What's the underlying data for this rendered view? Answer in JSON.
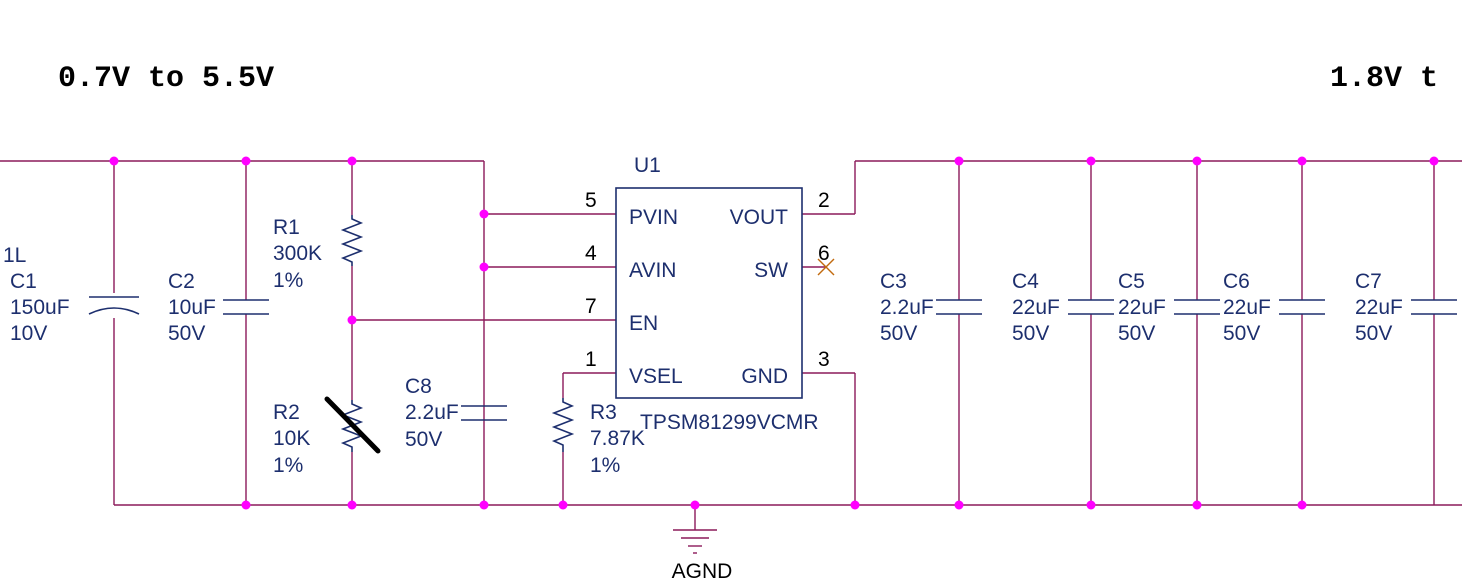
{
  "labels": {
    "input_range": "0.7V to 5.5V",
    "output_range": "1.8V t"
  },
  "ic": {
    "ref": "U1",
    "part": "TPSM81299VCMR",
    "pins": [
      {
        "name": "PVIN",
        "num": "5"
      },
      {
        "name": "AVIN",
        "num": "4"
      },
      {
        "name": "EN",
        "num": "7"
      },
      {
        "name": "VSEL",
        "num": "1"
      },
      {
        "name": "VOUT",
        "num": "2"
      },
      {
        "name": "SW",
        "num": "6"
      },
      {
        "name": "GND",
        "num": "3"
      }
    ]
  },
  "components": {
    "c1": {
      "ref": "C1",
      "value": "150uF",
      "rating": "10V",
      "prefix": "1L"
    },
    "c2": {
      "ref": "C2",
      "value": "10uF",
      "rating": "50V"
    },
    "r1": {
      "ref": "R1",
      "value": "300K",
      "tol": "1%"
    },
    "r2": {
      "ref": "R2",
      "value": "10K",
      "tol": "1%"
    },
    "c8": {
      "ref": "C8",
      "value": "2.2uF",
      "rating": "50V"
    },
    "r3": {
      "ref": "R3",
      "value": "7.87K",
      "tol": "1%"
    },
    "c3": {
      "ref": "C3",
      "value": "2.2uF",
      "rating": "50V"
    },
    "c4": {
      "ref": "C4",
      "value": "22uF",
      "rating": "50V"
    },
    "c5": {
      "ref": "C5",
      "value": "22uF",
      "rating": "50V"
    },
    "c6": {
      "ref": "C6",
      "value": "22uF",
      "rating": "50V"
    },
    "c7": {
      "ref": "C7",
      "value": "22uF",
      "rating": "50V"
    }
  },
  "ground": {
    "label": "AGND"
  },
  "colors": {
    "wire": "#8b1a5a",
    "symbol": "#1d2f6e",
    "junction": "#ff00ff",
    "no_connect": "#c26a0e"
  }
}
